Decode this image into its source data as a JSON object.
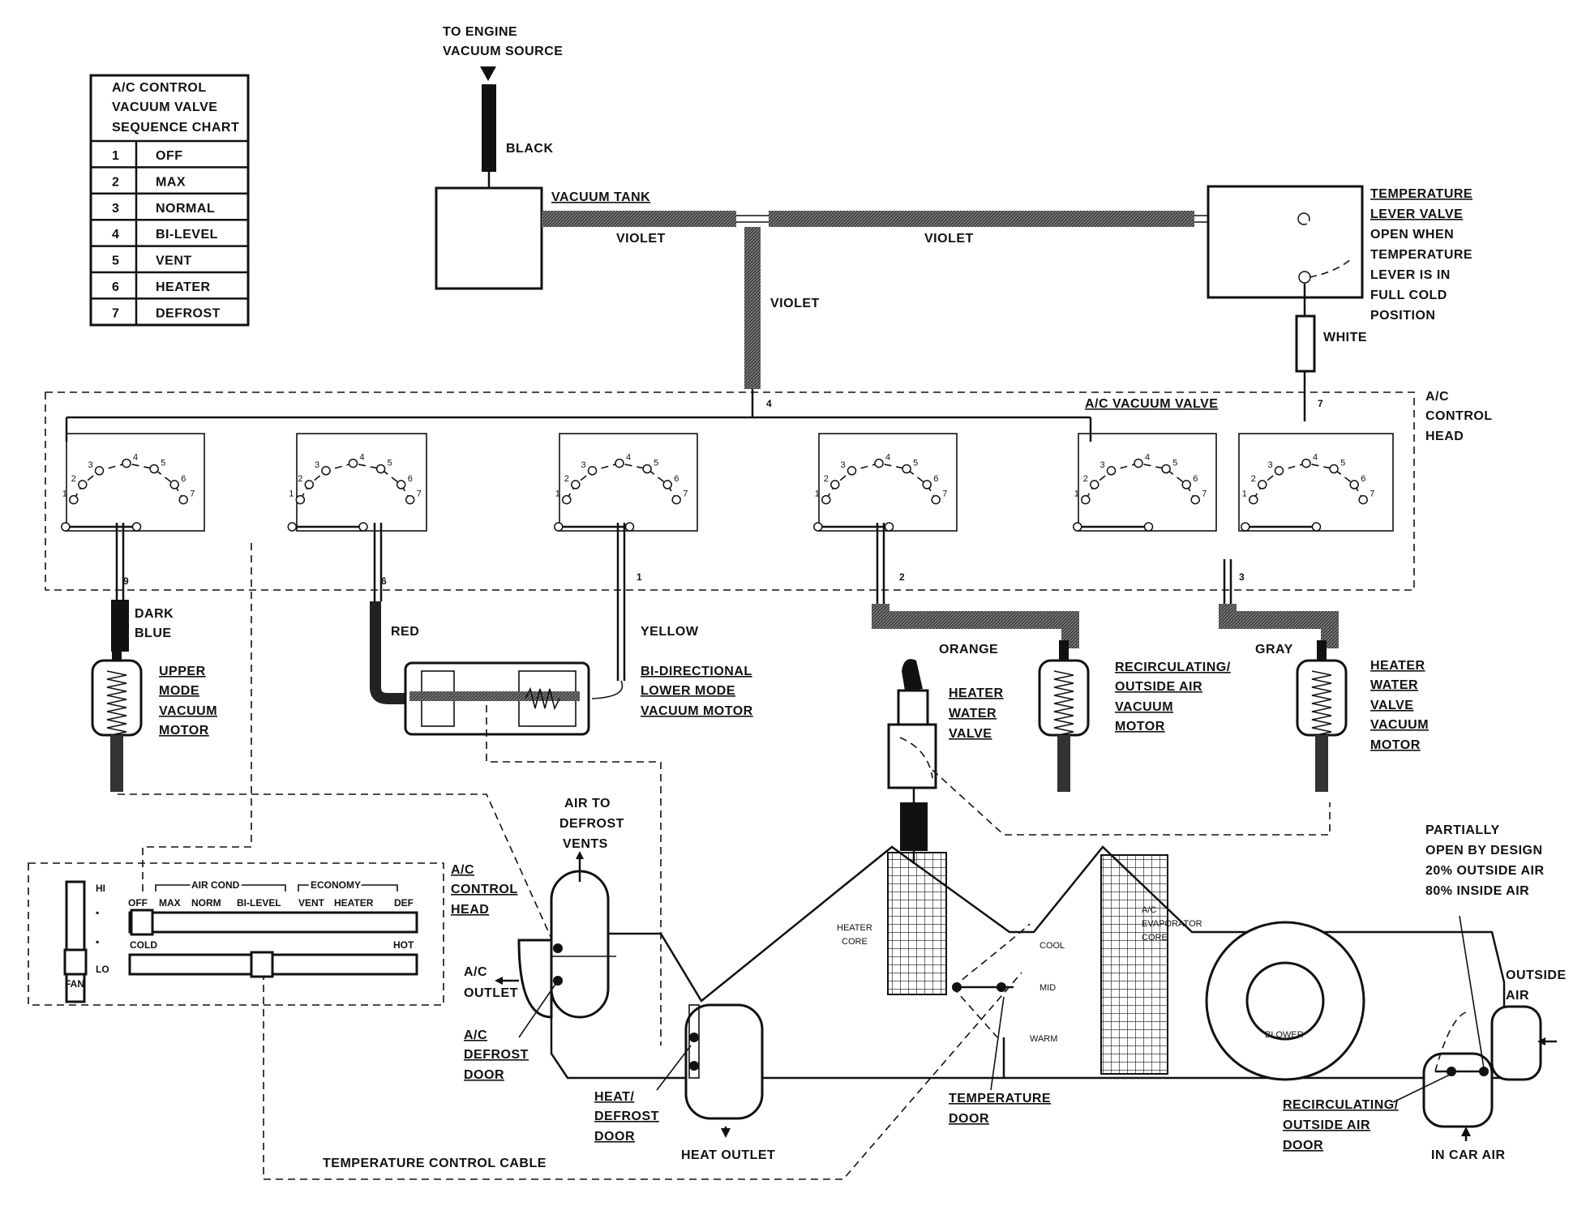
{
  "sequence_chart": {
    "title_lines": [
      "A/C CONTROL",
      "VACUUM VALVE",
      "SEQUENCE CHART"
    ],
    "rows": [
      {
        "num": "1",
        "label": "OFF"
      },
      {
        "num": "2",
        "label": "MAX"
      },
      {
        "num": "3",
        "label": "NORMAL"
      },
      {
        "num": "4",
        "label": "BI-LEVEL"
      },
      {
        "num": "5",
        "label": "VENT"
      },
      {
        "num": "6",
        "label": "HEATER"
      },
      {
        "num": "7",
        "label": "DEFROST"
      }
    ]
  },
  "vacuum_source": {
    "line1": "TO ENGINE",
    "line2": "VACUUM SOURCE"
  },
  "hose_colors": {
    "black": "BLACK",
    "violet": "VIOLET",
    "white": "WHITE",
    "dark_blue_1": "DARK",
    "dark_blue_2": "BLUE",
    "red": "RED",
    "yellow": "YELLOW",
    "orange": "ORANGE",
    "gray": "GRAY"
  },
  "vacuum_tank": "VACUUM TANK",
  "temperature_lever_valve": {
    "title_lines": [
      "TEMPERATURE",
      "LEVER VALVE"
    ],
    "note_lines": [
      "OPEN WHEN",
      "TEMPERATURE",
      "LEVER IS IN",
      "FULL COLD",
      "POSITION"
    ]
  },
  "vacuum_valve_label": "A/C VACUUM VALVE",
  "control_head_label": [
    "A/C",
    "CONTROL",
    "HEAD"
  ],
  "port_numbers": {
    "p4": "4",
    "p7": "7",
    "p9": "9",
    "p6": "6",
    "p1": "1",
    "p2": "2",
    "p3": "3"
  },
  "sections": [
    {
      "labels": [
        "1",
        "2",
        "3",
        "4",
        "5",
        "6",
        "7"
      ]
    },
    {
      "labels": [
        "1",
        "2",
        "3",
        "4",
        "5",
        "6",
        "7"
      ]
    },
    {
      "labels": [
        "1",
        "2",
        "3",
        "4",
        "5",
        "6",
        "7"
      ]
    },
    {
      "labels": [
        "1",
        "2",
        "3",
        "4",
        "5",
        "6",
        "7"
      ]
    },
    {
      "labels": [
        "1",
        "2",
        "3",
        "4",
        "5",
        "6",
        "7"
      ]
    },
    {
      "labels": [
        "1",
        "2",
        "3",
        "4",
        "5",
        "6",
        "7"
      ]
    }
  ],
  "motors": {
    "upper_mode": [
      "UPPER",
      "MODE",
      "VACUUM",
      "MOTOR"
    ],
    "lower_mode": [
      "BI-DIRECTIONAL",
      "LOWER MODE",
      "VACUUM MOTOR"
    ],
    "recirc": [
      "RECIRCULATING/",
      "OUTSIDE AIR",
      "VACUUM",
      "MOTOR"
    ],
    "heater_water": [
      "HEATER",
      "WATER",
      "VALVE",
      "VACUUM",
      "MOTOR"
    ]
  },
  "heater_water_valve": [
    "HEATER",
    "WATER",
    "VALVE"
  ],
  "control_panel": {
    "fan_hi": "HI",
    "fan_lo": "LO",
    "fan_label": "FAN",
    "group_aircond": "AIR COND",
    "group_economy": "ECONOMY",
    "modes": [
      "OFF",
      "MAX",
      "NORM",
      "BI-LEVEL",
      "VENT",
      "HEATER",
      "DEF"
    ],
    "cold": "COLD",
    "hot": "HOT",
    "head_label": [
      "A/C",
      "CONTROL",
      "HEAD"
    ]
  },
  "air_labels": {
    "air_to_defrost": [
      "AIR TO",
      "DEFROST",
      "VENTS"
    ],
    "ac_outlet": [
      "A/C",
      "OUTLET"
    ],
    "ac_defrost_door": [
      "A/C",
      "DEFROST",
      "DOOR"
    ],
    "heat_defrost_door": [
      "HEAT/",
      "DEFROST",
      "DOOR"
    ],
    "heat_outlet": "HEAT OUTLET",
    "temp_cable": "TEMPERATURE CONTROL CABLE",
    "heater_core": [
      "HEATER",
      "CORE"
    ],
    "cool": "COOL",
    "mid": "MID",
    "warm": "WARM",
    "temperature_door": [
      "TEMPERATURE",
      "DOOR"
    ],
    "evaporator": [
      "A/C",
      "EVAPORATOR",
      "CORE"
    ],
    "blower": "BLOWER",
    "partially_open": [
      "PARTIALLY",
      "OPEN BY DESIGN",
      "20% OUTSIDE AIR",
      "80% INSIDE AIR"
    ],
    "outside_air": [
      "OUTSIDE",
      "AIR"
    ],
    "recirc_door": [
      "RECIRCULATING/",
      "OUTSIDE AIR",
      "DOOR"
    ],
    "in_car_air": "IN CAR AIR"
  }
}
